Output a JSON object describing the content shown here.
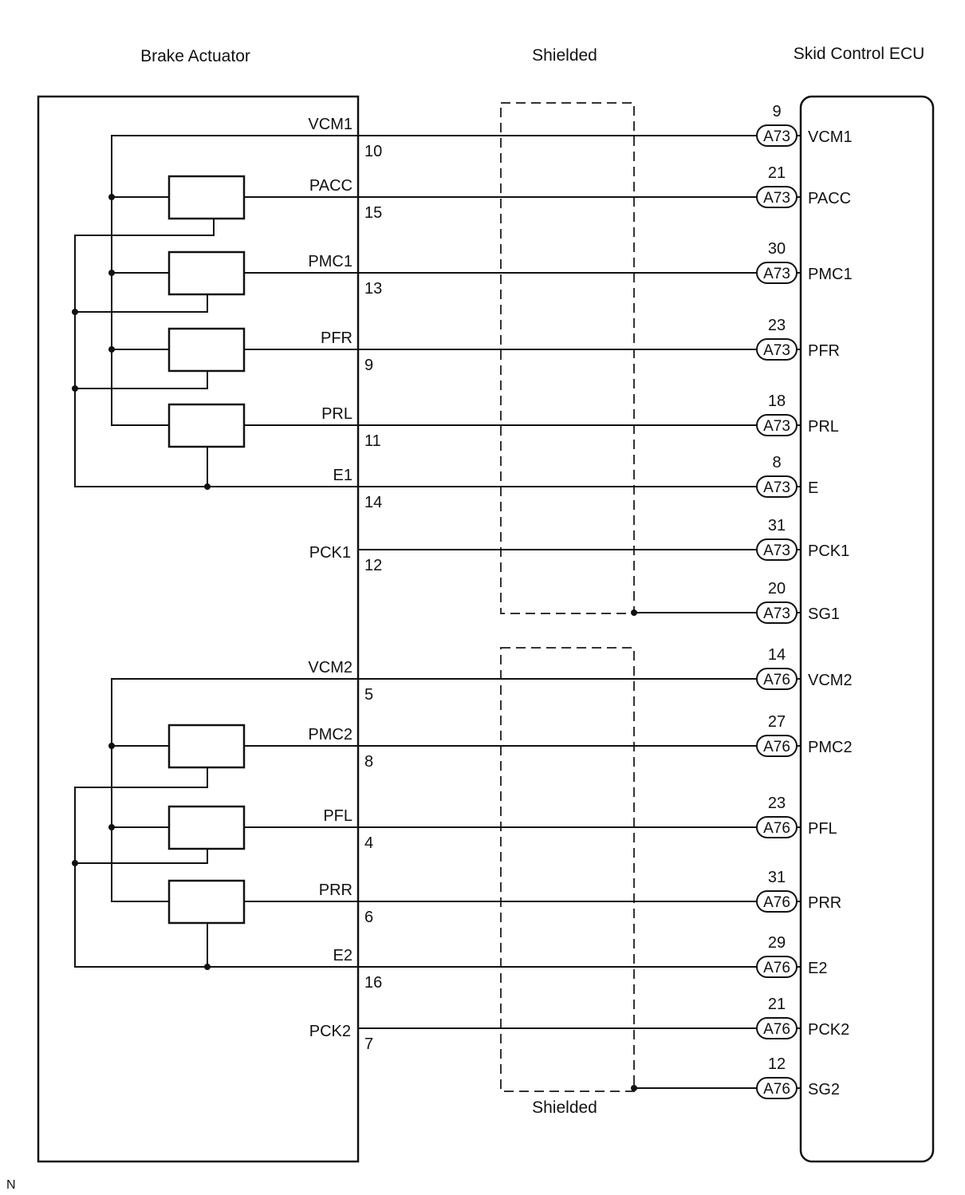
{
  "labels": {
    "brake_actuator": "Brake Actuator",
    "shielded_top": "Shielded",
    "shielded_bottom": "Shielded",
    "skid_control_ecu": "Skid Control ECU",
    "corner_mark": "N"
  },
  "wires": [
    {
      "actuator_signal": "VCM1",
      "actuator_pin": "10",
      "ecu_pin": "9",
      "connector": "A73",
      "ecu_signal": "VCM1"
    },
    {
      "actuator_signal": "PACC",
      "actuator_pin": "15",
      "ecu_pin": "21",
      "connector": "A73",
      "ecu_signal": "PACC"
    },
    {
      "actuator_signal": "PMC1",
      "actuator_pin": "13",
      "ecu_pin": "30",
      "connector": "A73",
      "ecu_signal": "PMC1"
    },
    {
      "actuator_signal": "PFR",
      "actuator_pin": "9",
      "ecu_pin": "23",
      "connector": "A73",
      "ecu_signal": "PFR"
    },
    {
      "actuator_signal": "PRL",
      "actuator_pin": "11",
      "ecu_pin": "18",
      "connector": "A73",
      "ecu_signal": "PRL"
    },
    {
      "actuator_signal": "E1",
      "actuator_pin": "14",
      "ecu_pin": "8",
      "connector": "A73",
      "ecu_signal": "E"
    },
    {
      "actuator_signal": "PCK1",
      "actuator_pin": "12",
      "ecu_pin": "31",
      "connector": "A73",
      "ecu_signal": "PCK1"
    },
    {
      "actuator_signal": "",
      "actuator_pin": "",
      "ecu_pin": "20",
      "connector": "A73",
      "ecu_signal": "SG1"
    },
    {
      "actuator_signal": "VCM2",
      "actuator_pin": "5",
      "ecu_pin": "14",
      "connector": "A76",
      "ecu_signal": "VCM2"
    },
    {
      "actuator_signal": "PMC2",
      "actuator_pin": "8",
      "ecu_pin": "27",
      "connector": "A76",
      "ecu_signal": "PMC2"
    },
    {
      "actuator_signal": "PFL",
      "actuator_pin": "4",
      "ecu_pin": "23",
      "connector": "A76",
      "ecu_signal": "PFL"
    },
    {
      "actuator_signal": "PRR",
      "actuator_pin": "6",
      "ecu_pin": "31",
      "connector": "A76",
      "ecu_signal": "PRR"
    },
    {
      "actuator_signal": "E2",
      "actuator_pin": "16",
      "ecu_pin": "29",
      "connector": "A76",
      "ecu_signal": "E2"
    },
    {
      "actuator_signal": "PCK2",
      "actuator_pin": "7",
      "ecu_pin": "21",
      "connector": "A76",
      "ecu_signal": "PCK2"
    },
    {
      "actuator_signal": "",
      "actuator_pin": "",
      "ecu_pin": "12",
      "connector": "A76",
      "ecu_signal": "SG2"
    }
  ]
}
